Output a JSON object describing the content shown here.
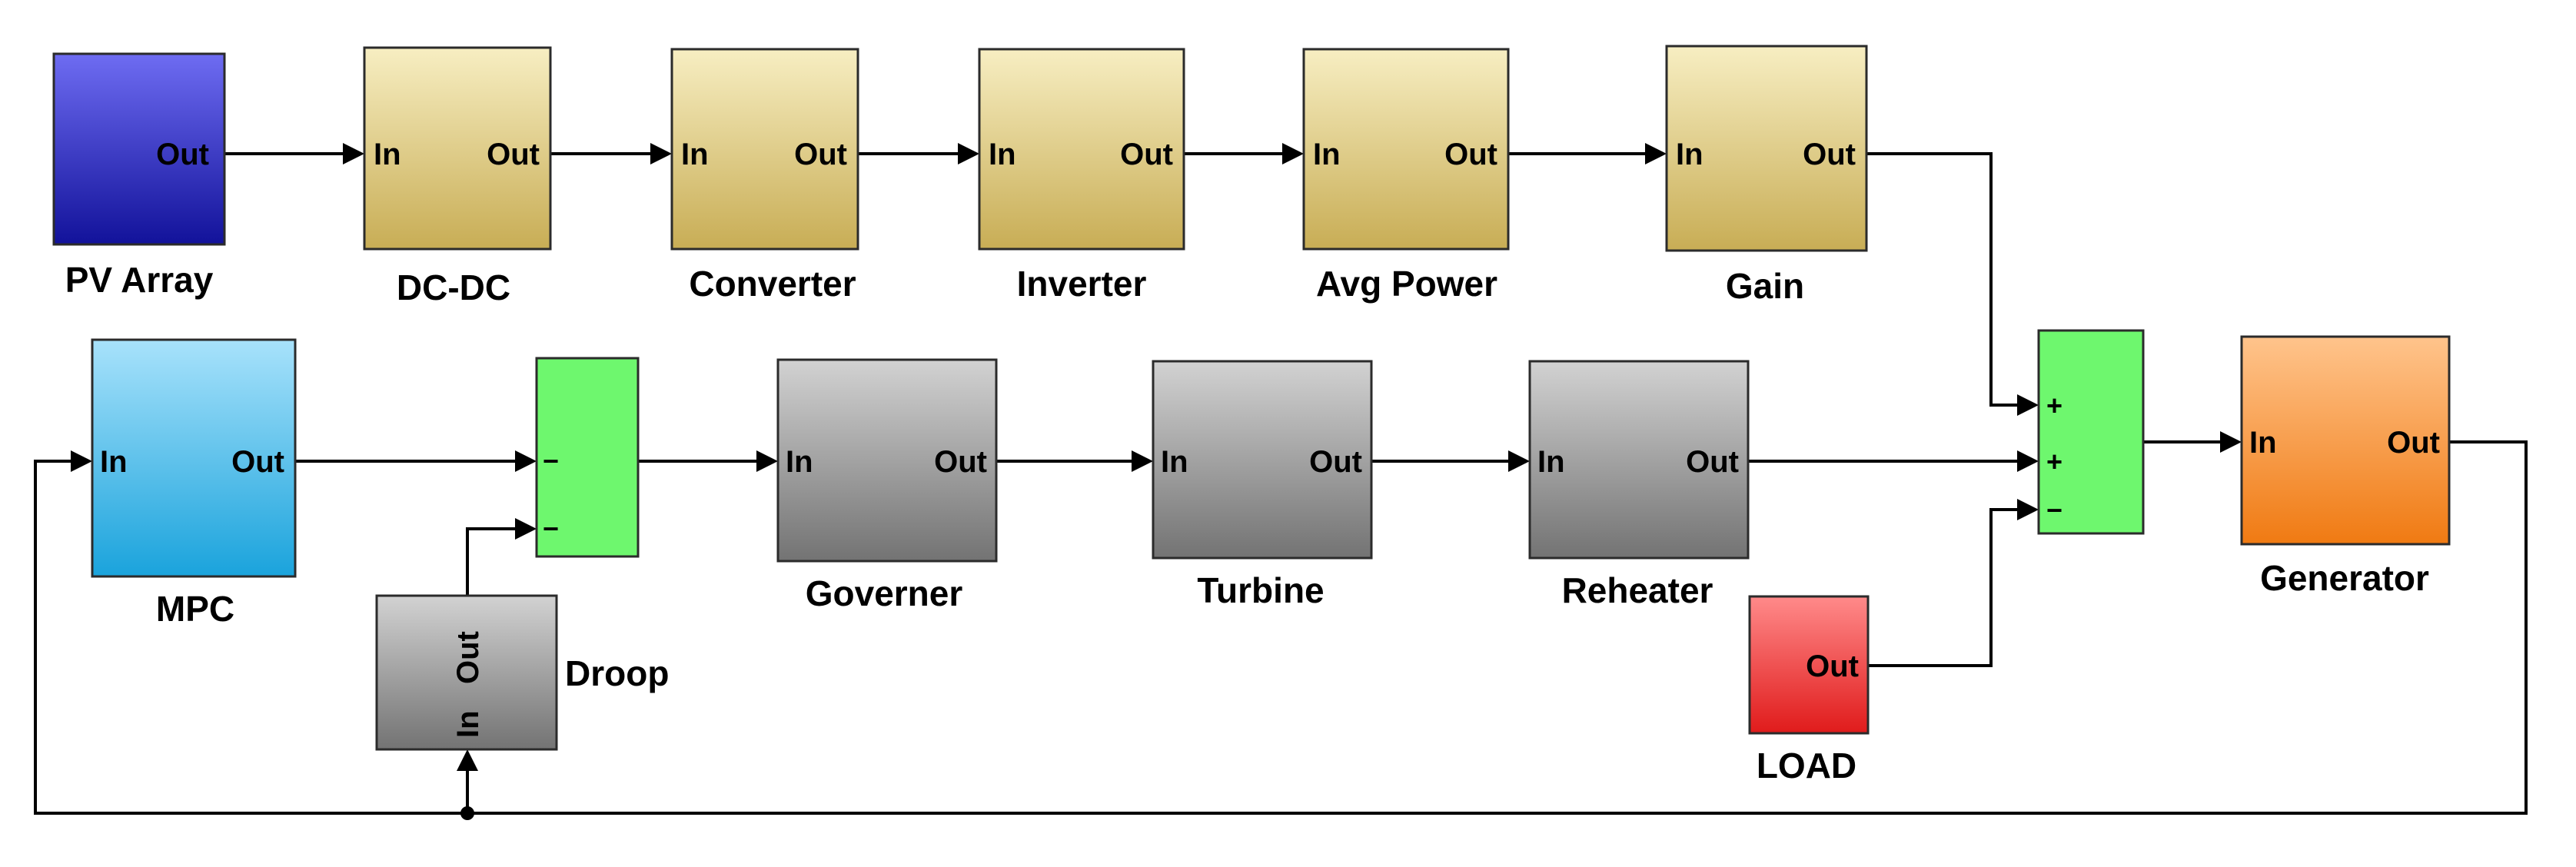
{
  "blocks": {
    "pv_array": {
      "name": "PV Array",
      "out": "Out"
    },
    "dcdc": {
      "name": "DC-DC",
      "in": "In",
      "out": "Out"
    },
    "converter": {
      "name": "Converter",
      "in": "In",
      "out": "Out"
    },
    "inverter": {
      "name": "Inverter",
      "in": "In",
      "out": "Out"
    },
    "avg_power": {
      "name": "Avg Power",
      "in": "In",
      "out": "Out"
    },
    "gain": {
      "name": "Gain",
      "in": "In",
      "out": "Out"
    },
    "mpc": {
      "name": "MPC",
      "in": "In",
      "out": "Out"
    },
    "sum1": {
      "sign1": "−",
      "sign2": "−"
    },
    "governer": {
      "name": "Governer",
      "in": "In",
      "out": "Out"
    },
    "turbine": {
      "name": "Turbine",
      "in": "In",
      "out": "Out"
    },
    "reheater": {
      "name": "Reheater",
      "in": "In",
      "out": "Out"
    },
    "droop": {
      "name": "Droop",
      "in": "In",
      "out": "Out"
    },
    "sum2": {
      "sign1": "+",
      "sign2": "+",
      "sign3": "−"
    },
    "generator": {
      "name": "Generator",
      "in": "In",
      "out": "Out"
    },
    "load": {
      "name": "LOAD",
      "out": "Out"
    }
  },
  "colors": {
    "pv_array": [
      "#6e6cf2",
      "#12129a"
    ],
    "tan": [
      "#f7eec2",
      "#c8ad55"
    ],
    "mpc": [
      "#a8e2fb",
      "#1aa3dc"
    ],
    "sum": "#6ef76e",
    "gray": [
      "#d2d2d2",
      "#737373"
    ],
    "generator": [
      "#ffc48c",
      "#f07a12"
    ],
    "load": [
      "#ff8a8a",
      "#e01b1b"
    ],
    "wire": "#000000"
  }
}
